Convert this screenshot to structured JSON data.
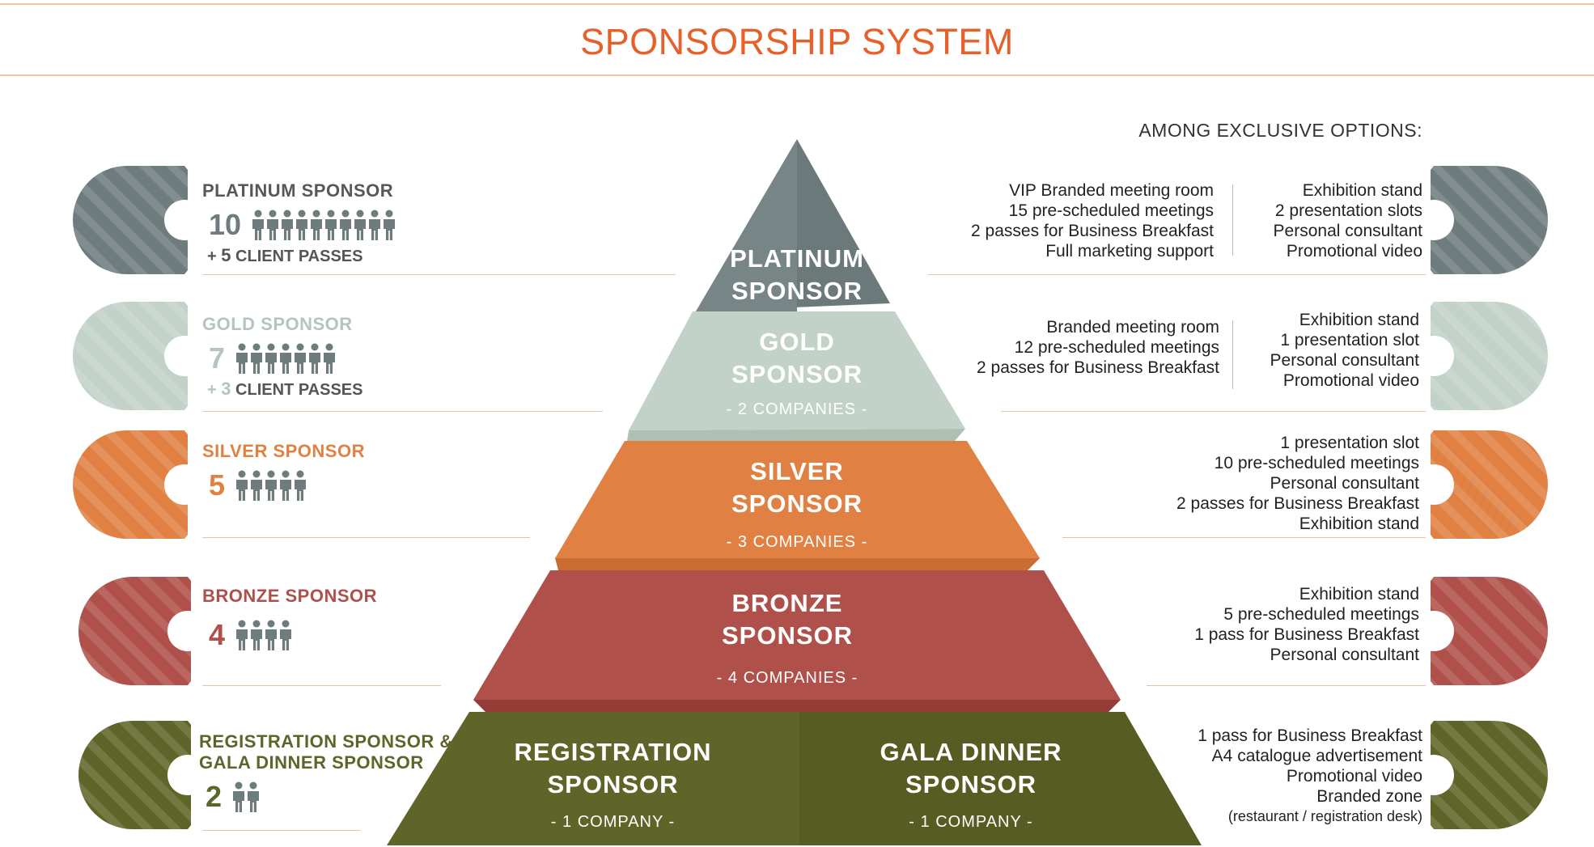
{
  "title": "SPONSORSHIP SYSTEM",
  "options_heading": "AMONG EXCLUSIVE OPTIONS:",
  "colors": {
    "platinum": "#6e7c7d",
    "gold": "#c3d2c8",
    "silver": "#e08143",
    "bronze": "#b0504a",
    "registration": "#5f6528",
    "accent": "#e7602a"
  },
  "pyramid": {
    "platinum": {
      "label_line1": "PLATINUM",
      "label_line2": "SPONSOR"
    },
    "gold": {
      "label_line1": "GOLD",
      "label_line2": "SPONSOR",
      "count": "- 2 COMPANIES -"
    },
    "silver": {
      "label_line1": "SILVER",
      "label_line2": "SPONSOR",
      "count": "- 3 COMPANIES -"
    },
    "bronze": {
      "label_line1": "BRONZE",
      "label_line2": "SPONSOR",
      "count": "-  4 COMPANIES -"
    },
    "registration": {
      "label_line1": "REGISTRATION",
      "label_line2": "SPONSOR",
      "count": "- 1 COMPANY -"
    },
    "gala": {
      "label_line1": "GALA DINNER",
      "label_line2": "SPONSOR",
      "count": "- 1 COMPANY -"
    }
  },
  "left": {
    "platinum": {
      "title": "PLATINUM SPONSOR",
      "count": "10",
      "passes_prefix": "+ ",
      "passes_num": "5",
      "passes_text": " CLIENT PASSES"
    },
    "gold": {
      "title": "GOLD SPONSOR",
      "count": "7",
      "passes_prefix": "+ ",
      "passes_num": "3",
      "passes_text": " CLIENT PASSES"
    },
    "silver": {
      "title": "SILVER SPONSOR",
      "count": "5"
    },
    "bronze": {
      "title": "BRONZE SPONSOR",
      "count": "4"
    },
    "registration": {
      "title_line1": "REGISTRATION SPONSOR &",
      "title_line2": "GALA DINNER SPONSOR",
      "count": "2"
    }
  },
  "options": {
    "platinum_a": [
      "VIP Branded meeting room",
      "15 pre-scheduled meetings",
      "2 passes for Business Breakfast",
      "Full marketing support"
    ],
    "platinum_b": [
      "Exhibition stand",
      "2 presentation slots",
      "Personal consultant",
      "Promotional video"
    ],
    "gold_a": [
      "Branded meeting room",
      "12 pre-scheduled meetings",
      "2 passes for Business Breakfast"
    ],
    "gold_b": [
      "Exhibition stand",
      "1 presentation slot",
      "Personal consultant",
      "Promotional video"
    ],
    "silver": [
      "1 presentation slot",
      "10 pre-scheduled meetings",
      "Personal consultant",
      "2 passes for Business Breakfast",
      "Exhibition stand"
    ],
    "bronze": [
      "Exhibition stand",
      "5 pre-scheduled meetings",
      "1 pass for Business Breakfast",
      "Personal consultant"
    ],
    "registration": [
      "1 pass for Business Breakfast",
      "A4 catalogue advertisement",
      "Promotional video",
      "Branded zone"
    ],
    "registration_note": "(restaurant / registration desk)"
  }
}
